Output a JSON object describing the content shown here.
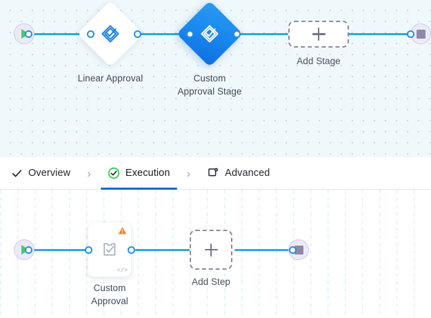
{
  "theme": {
    "accent_blue": "#1565d8",
    "edge_blue": "#2ba7e8",
    "node_blue": "#1b8bf0",
    "warning_orange": "#f57c20",
    "success_green": "#2ecc54",
    "canvas_top_bg": "#eff8fb",
    "canvas_bottom_bg": "#ffffff"
  },
  "stage_flow": {
    "start_node": {
      "icon": "play-icon",
      "name": "start"
    },
    "end_node": {
      "icon": "stop-icon",
      "name": "end"
    },
    "stages": [
      {
        "label": "Linear Approval",
        "icon": "approval-diamond-icon",
        "state": "default"
      },
      {
        "label": "Custom\nApproval Stage",
        "label_line1": "Custom",
        "label_line2": "Approval Stage",
        "icon": "approval-diamond-icon",
        "state": "selected"
      }
    ],
    "add_stage": {
      "label": "Add Stage",
      "icon": "plus-icon"
    }
  },
  "tabs": {
    "items": [
      {
        "id": "overview",
        "label": "Overview",
        "icon": "check-icon",
        "active": false
      },
      {
        "id": "execution",
        "label": "Execution",
        "icon": "check-circle-icon",
        "active": true
      },
      {
        "id": "advanced",
        "label": "Advanced",
        "icon": "box-gear-icon",
        "active": false
      }
    ],
    "separator": "›"
  },
  "step_flow": {
    "start_node": {
      "icon": "play-icon",
      "name": "start"
    },
    "end_node": {
      "icon": "stop-icon",
      "name": "end"
    },
    "steps": [
      {
        "label_line1": "Custom",
        "label_line2": "Approval",
        "icon": "note-check-icon",
        "warning_icon": "warning-triangle-icon",
        "code_badge": "</>"
      }
    ],
    "add_step": {
      "label": "Add Step",
      "icon": "plus-icon"
    }
  }
}
